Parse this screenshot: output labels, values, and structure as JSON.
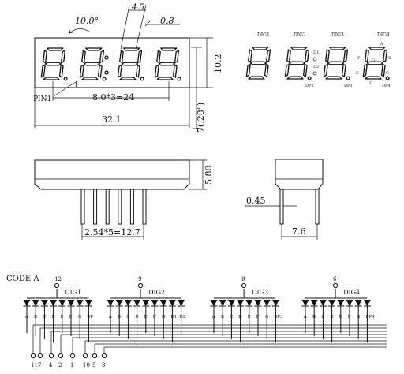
{
  "dims": {
    "angle": "10.0°",
    "seg_width": "4.5",
    "seg_thick": "0.8",
    "height": "10.2",
    "side_height": "7(.28\")",
    "pitch": "8.0*3=24",
    "width": "32.1",
    "pin_depth": "5.80",
    "pin_pitch": "2.54*5=12.7",
    "pin_dia": "0,45",
    "side_width": "7.6"
  },
  "labels": {
    "pin1": "PIN1",
    "dig_names": [
      "DIG1",
      "DIG2",
      "DIG3",
      "DIG4"
    ],
    "seg_letters": {
      "a": "A",
      "b": "B",
      "c": "C",
      "d": "D",
      "e": "E",
      "f": "F",
      "g": "G"
    },
    "d1": "D1",
    "d2": "D2",
    "dp_labels": [
      "DP2",
      "DP3",
      "DP4"
    ],
    "code": "CODE A"
  },
  "circuit": {
    "groups": [
      {
        "name": "DIG1",
        "common_pin": "12",
        "segs": [
          "A",
          "B",
          "C",
          "D",
          "E",
          "F",
          "G",
          "DP"
        ]
      },
      {
        "name": "DIG2",
        "common_pin": "9",
        "segs": [
          "A",
          "B",
          "C",
          "D",
          "E",
          "F",
          "G",
          "D1",
          "D2"
        ]
      },
      {
        "name": "DIG3",
        "common_pin": "8",
        "segs": [
          "A",
          "B",
          "C",
          "D",
          "E",
          "F",
          "G",
          "DP3"
        ]
      },
      {
        "name": "DIG4",
        "common_pin": "6",
        "segs": [
          "A",
          "B",
          "C",
          "D",
          "E",
          "F",
          "G",
          "DP4"
        ]
      }
    ],
    "bottom_pins": [
      "11",
      "7",
      "4",
      "2",
      "1",
      "10",
      "5",
      "3"
    ]
  }
}
